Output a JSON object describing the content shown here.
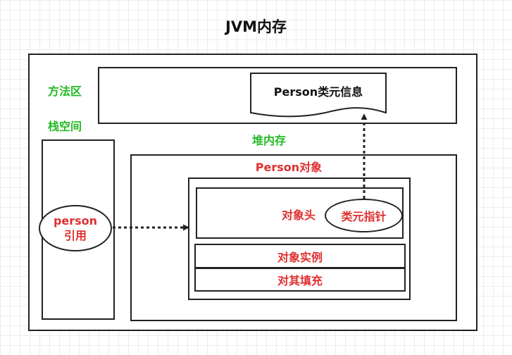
{
  "title": "JVM内存",
  "method_area": {
    "label": "方法区",
    "class_meta": "Person类元信息"
  },
  "stack": {
    "label": "栈空间",
    "reference": "person\n引用"
  },
  "heap": {
    "label": "堆内存",
    "object_label": "Person对象",
    "header_label": "对象头",
    "class_pointer": "类元指针",
    "instance_data": "对象实例",
    "padding": "对其填充"
  },
  "colors": {
    "green": "#22bb22",
    "red": "#e03030",
    "border": "#222222"
  }
}
